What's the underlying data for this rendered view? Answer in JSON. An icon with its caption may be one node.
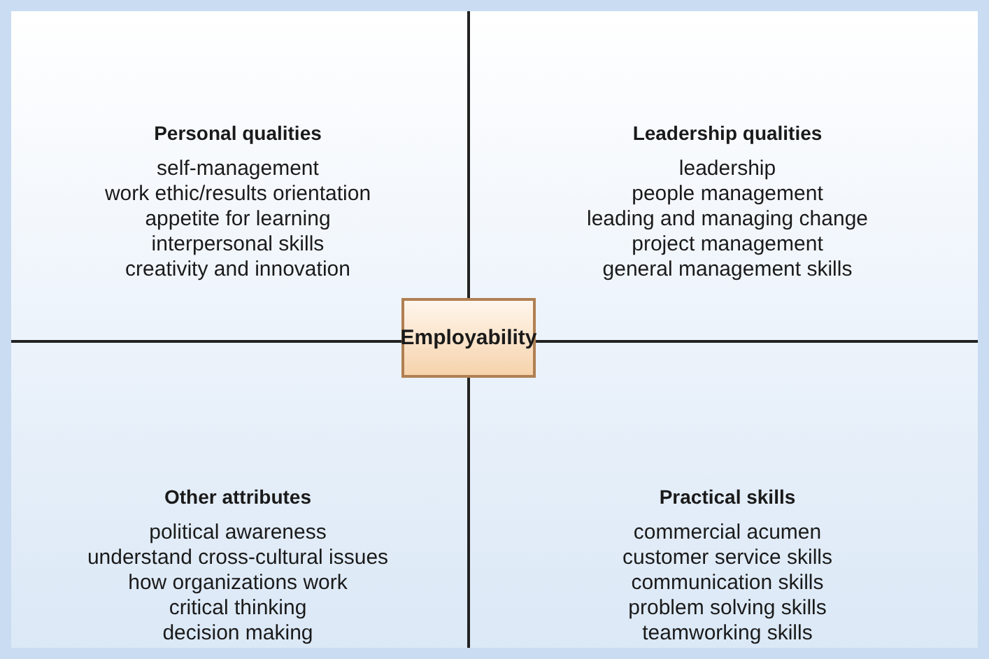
{
  "diagram": {
    "nodes": [
      {
        "text": [
          "Personal qualities",
          "self-management",
          "work ethic/results orientation",
          "appetite for learning",
          "interpersonal skills",
          "creativity and innovation"
        ]
      },
      {
        "text": [
          "Leadership qualities",
          "leadership",
          "people management",
          "leading and managing change",
          "project management",
          "general management skills"
        ]
      },
      {
        "text": [
          "Employability"
        ]
      },
      {
        "text": [
          "Other attributes",
          "political awareness",
          "understand cross-cultural issues",
          "how organizations work",
          "critical thinking",
          "decision making"
        ]
      },
      {
        "text": [
          "Practical skills",
          "commercial acumen",
          "customer service skills",
          "communication skills",
          "problem solving skills",
          "teamworking skills"
        ]
      }
    ],
    "edges": []
  }
}
